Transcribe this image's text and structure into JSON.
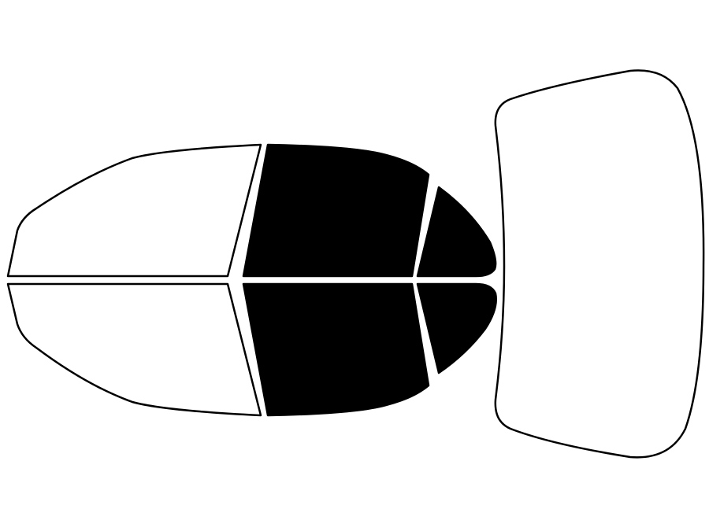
{
  "colors": {
    "background": "#ffffff",
    "outline": "#000000",
    "tinted": "#000000",
    "untinted": "#ffffff"
  },
  "windows": [
    {
      "id": "windshield",
      "tinted": false
    },
    {
      "id": "front-door-window-top",
      "tinted": false
    },
    {
      "id": "front-door-window-bottom",
      "tinted": false
    },
    {
      "id": "rear-door-window-top",
      "tinted": true
    },
    {
      "id": "rear-door-window-bottom",
      "tinted": true
    },
    {
      "id": "quarter-window-top",
      "tinted": true
    },
    {
      "id": "quarter-window-bottom",
      "tinted": true
    },
    {
      "id": "rear-window",
      "tinted": false
    }
  ]
}
